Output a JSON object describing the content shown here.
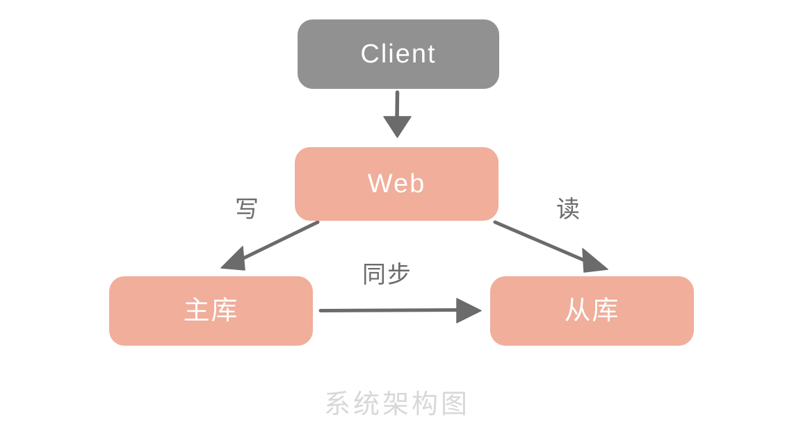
{
  "diagram": {
    "caption": "系统架构图",
    "colors": {
      "client_fill": "#919191",
      "service_fill": "#F0AE9B",
      "node_text": "#ffffff",
      "edge_stroke": "#6b6b6b",
      "edge_label_text": "#6b6b6b",
      "caption_text": "#d8d8d8",
      "background": "#ffffff"
    },
    "nodes": [
      {
        "id": "client",
        "label": "Client"
      },
      {
        "id": "web",
        "label": "Web"
      },
      {
        "id": "master",
        "label": "主库"
      },
      {
        "id": "slave",
        "label": "从库"
      }
    ],
    "edges": [
      {
        "id": "client-to-web",
        "from": "client",
        "to": "web",
        "label": ""
      },
      {
        "id": "web-to-master",
        "from": "web",
        "to": "master",
        "label": "写"
      },
      {
        "id": "web-to-slave",
        "from": "web",
        "to": "slave",
        "label": "读"
      },
      {
        "id": "master-to-slave",
        "from": "master",
        "to": "slave",
        "label": "同步"
      }
    ]
  }
}
